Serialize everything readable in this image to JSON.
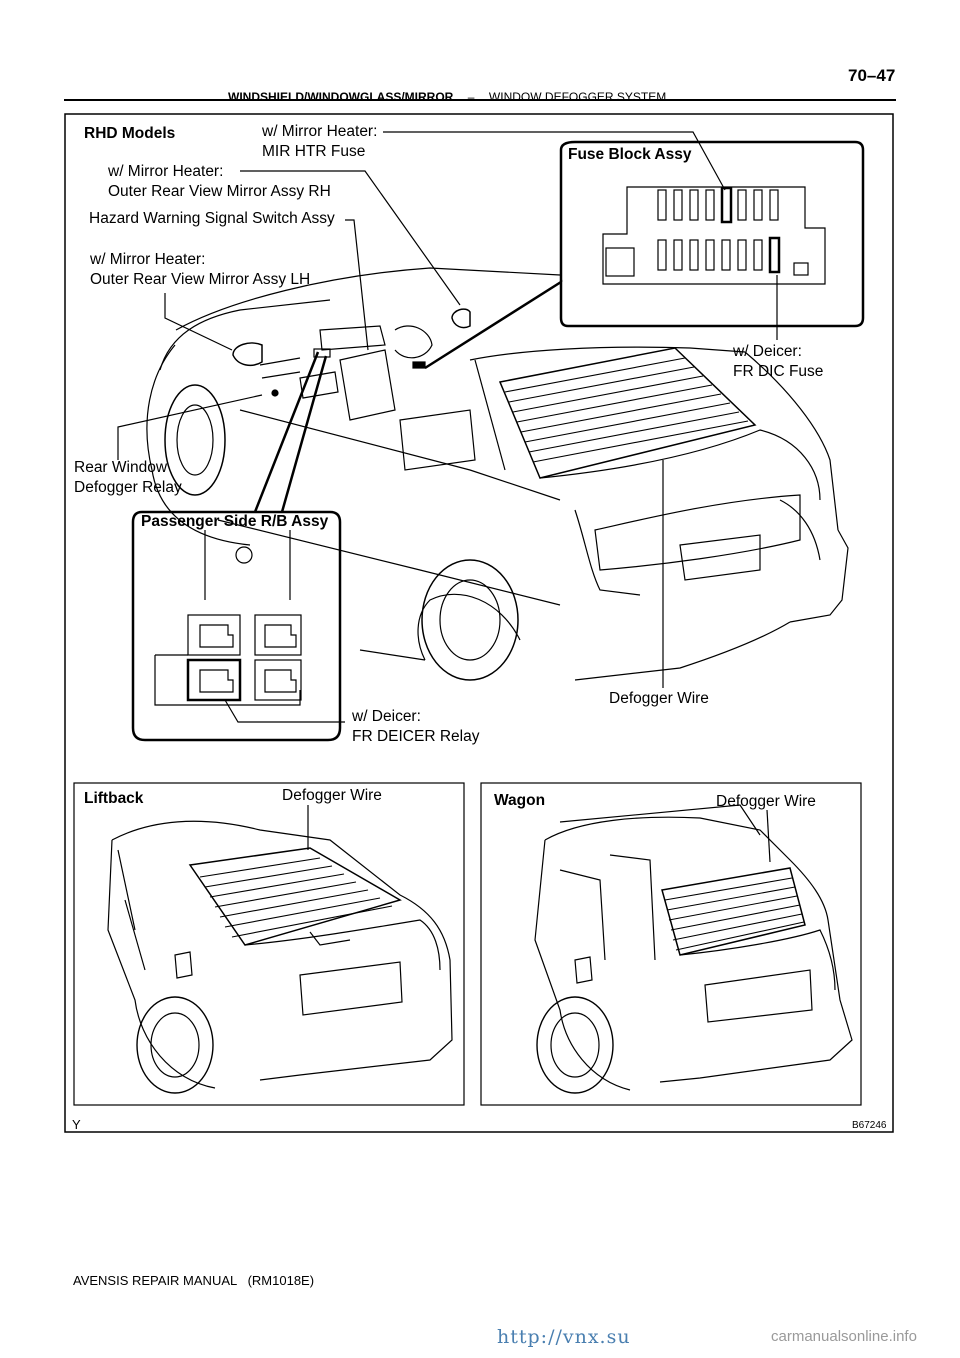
{
  "header": {
    "section": "WINDSHIELD/WINDOWGLASS/MIRROR",
    "separator": "–",
    "subsection": "WINDOW DEFOGGER SYSTEM",
    "page_number": "70–47"
  },
  "figure": {
    "model_title": "RHD Models",
    "labels": {
      "mir_htr_fuse_l1": "w/ Mirror Heater:",
      "mir_htr_fuse_l2": "MIR HTR Fuse",
      "mirror_rh_l1": "w/ Mirror Heater:",
      "mirror_rh_l2": "Outer Rear View Mirror Assy RH",
      "hazard_switch": "Hazard Warning Signal Switch Assy",
      "mirror_lh_l1": "w/ Mirror Heater:",
      "mirror_lh_l2": "Outer Rear View Mirror Assy LH",
      "fuse_block": "Fuse Block Assy",
      "dic_fuse_l1": "w/ Deicer:",
      "dic_fuse_l2": "FR DIC Fuse",
      "defogger_relay_l1": "Rear Window",
      "defogger_relay_l2": "Defogger Relay",
      "rb_assy": "Passenger Side R/B Assy",
      "deicer_relay_l1": "w/ Deicer:",
      "deicer_relay_l2": "FR DEICER Relay",
      "defogger_wire_main": "Defogger Wire"
    },
    "liftback": {
      "title": "Liftback",
      "wire": "Defogger Wire"
    },
    "wagon": {
      "title": "Wagon",
      "wire": "Defogger Wire"
    },
    "corner_code": "Y",
    "figure_id": "B67246"
  },
  "footer": {
    "manual": "AVENSIS REPAIR MANUAL   (RM1018E)"
  },
  "watermark": {
    "url": "http://vnx.su",
    "site": "carmanualsonline.info"
  }
}
